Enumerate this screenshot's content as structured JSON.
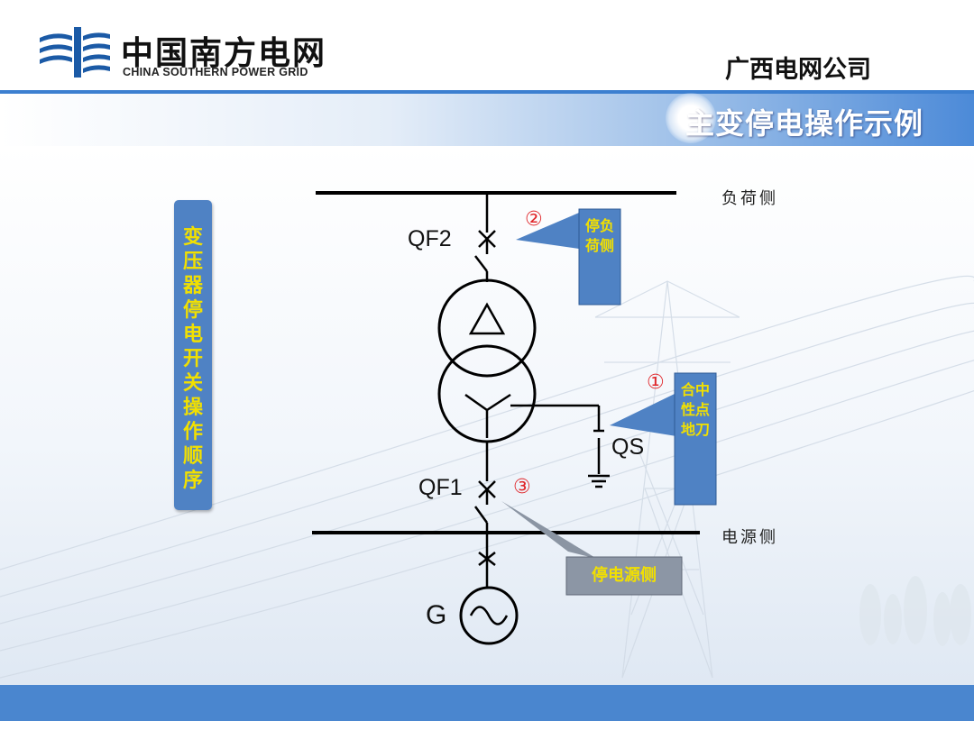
{
  "header": {
    "logo_cn": "中国南方电网",
    "logo_en": "CHINA SOUTHERN POWER GRID",
    "company": "广西电网公司"
  },
  "title": "主变停电操作示例",
  "sequence_label": "变压器停电开关操作顺序",
  "diagram": {
    "load_side_label": "负荷侧",
    "source_side_label": "电源侧",
    "breaker_upper": "QF2",
    "breaker_lower": "QF1",
    "ground_switch": "QS",
    "generator": "G",
    "steps": [
      {
        "number": "②",
        "callout": "停负荷侧"
      },
      {
        "number": "①",
        "callout": "合中性点地刀"
      },
      {
        "number": "③",
        "callout": "停电源侧"
      }
    ]
  },
  "colors": {
    "accent_blue": "#4f82c4",
    "callout_text": "#f2e000",
    "step_number": "#e0262a",
    "footer_band": "#4a86cf"
  }
}
